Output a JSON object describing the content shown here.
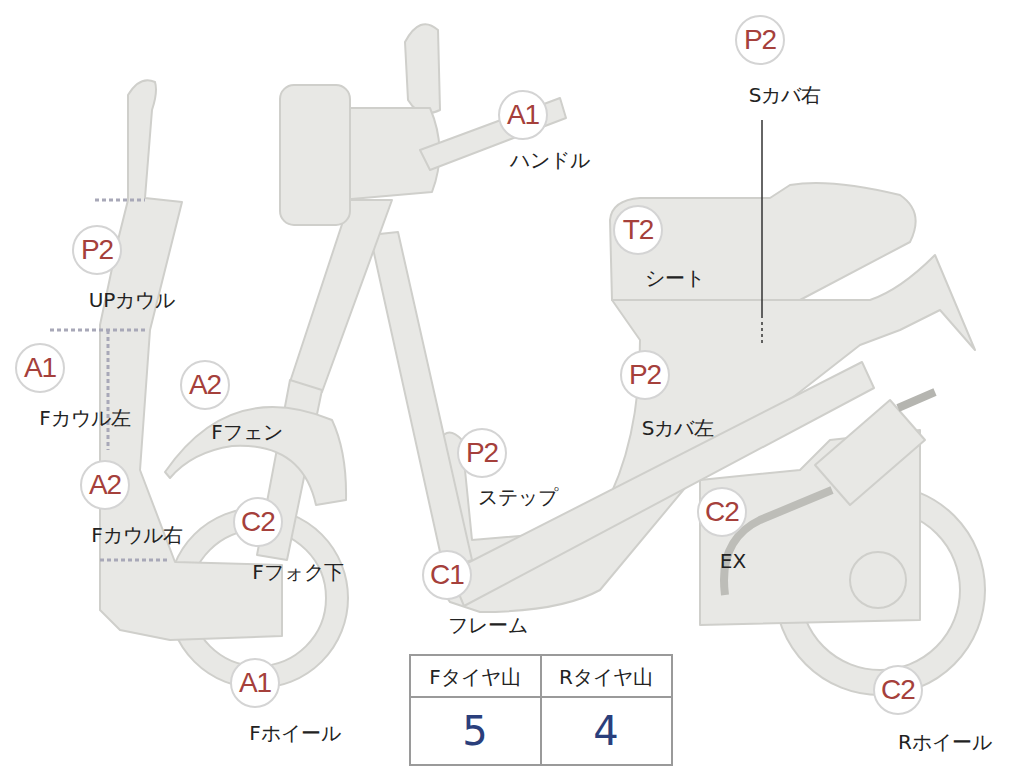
{
  "diagram": {
    "nodes": [
      {
        "text": [
          "P2",
          "Sカバ右"
        ]
      },
      {
        "text": [
          "A1",
          "ハンドル"
        ]
      },
      {
        "text": [
          "T2",
          "シート"
        ]
      },
      {
        "text": [
          "P2",
          "UPカウル"
        ]
      },
      {
        "text": [
          "A1",
          "Fカウル左"
        ]
      },
      {
        "text": [
          "A2",
          "Fフェン"
        ]
      },
      {
        "text": [
          "P2",
          "Sカバ左"
        ]
      },
      {
        "text": [
          "P2",
          "ステップ"
        ]
      },
      {
        "text": [
          "A2",
          "Fカウル右"
        ]
      },
      {
        "text": [
          "C2",
          "Fフォク下"
        ]
      },
      {
        "text": [
          "C2",
          "EX"
        ]
      },
      {
        "text": [
          "C1",
          "フレーム"
        ]
      },
      {
        "text": [
          "A1",
          "Fホイール"
        ]
      },
      {
        "text": [
          "C2",
          "Rホイール"
        ]
      }
    ],
    "labels": [
      "Fタイヤ山",
      "Rタイヤ山",
      "5",
      "4"
    ]
  }
}
